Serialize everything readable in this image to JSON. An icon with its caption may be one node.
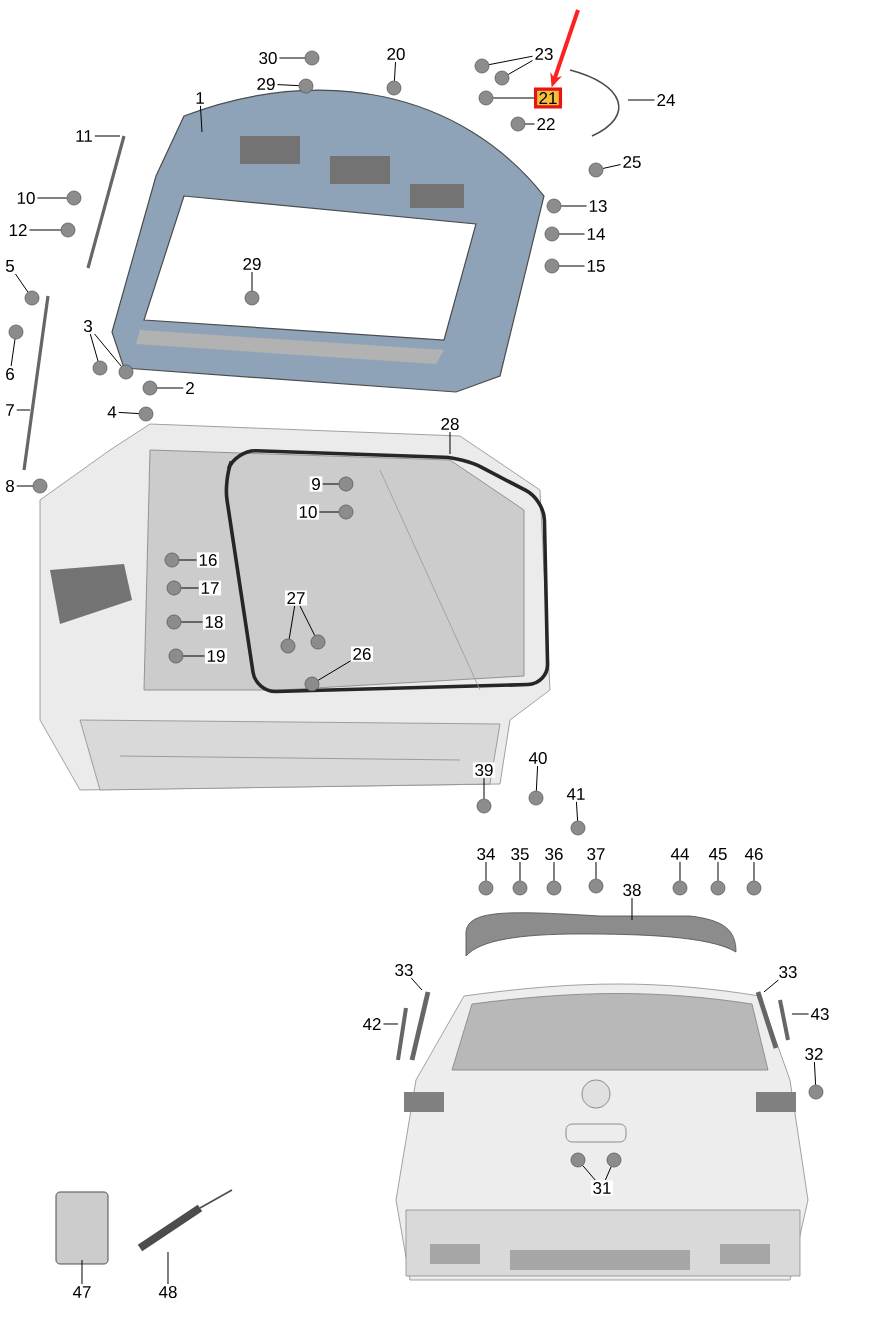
{
  "diagram": {
    "nodes": [
      {
        "text": [
          "30"
        ]
      },
      {
        "text": [
          "20"
        ]
      },
      {
        "text": [
          "23"
        ]
      },
      {
        "text": [
          "29"
        ]
      },
      {
        "text": [
          "21"
        ]
      },
      {
        "text": [
          "24"
        ]
      },
      {
        "text": [
          "1"
        ]
      },
      {
        "text": [
          "22"
        ]
      },
      {
        "text": [
          "11"
        ]
      },
      {
        "text": [
          "25"
        ]
      },
      {
        "text": [
          "10"
        ]
      },
      {
        "text": [
          "13"
        ]
      },
      {
        "text": [
          "12"
        ]
      },
      {
        "text": [
          "14"
        ]
      },
      {
        "text": [
          "29"
        ]
      },
      {
        "text": [
          "5"
        ]
      },
      {
        "text": [
          "15"
        ]
      },
      {
        "text": [
          "3"
        ]
      },
      {
        "text": [
          "6"
        ]
      },
      {
        "text": [
          "2"
        ]
      },
      {
        "text": [
          "4"
        ]
      },
      {
        "text": [
          "7"
        ]
      },
      {
        "text": [
          "28"
        ]
      },
      {
        "text": [
          "9"
        ]
      },
      {
        "text": [
          "8"
        ]
      },
      {
        "text": [
          "10"
        ]
      },
      {
        "text": [
          "16"
        ]
      },
      {
        "text": [
          "17"
        ]
      },
      {
        "text": [
          "27"
        ]
      },
      {
        "text": [
          "18"
        ]
      },
      {
        "text": [
          "26"
        ]
      },
      {
        "text": [
          "19"
        ]
      },
      {
        "text": [
          "40"
        ]
      },
      {
        "text": [
          "39"
        ]
      },
      {
        "text": [
          "41"
        ]
      },
      {
        "text": [
          "34"
        ]
      },
      {
        "text": [
          "35"
        ]
      },
      {
        "text": [
          "36"
        ]
      },
      {
        "text": [
          "37"
        ]
      },
      {
        "text": [
          "44"
        ]
      },
      {
        "text": [
          "45"
        ]
      },
      {
        "text": [
          "46"
        ]
      },
      {
        "text": [
          "38"
        ]
      },
      {
        "text": [
          "33"
        ]
      },
      {
        "text": [
          "33"
        ]
      },
      {
        "text": [
          "43"
        ]
      },
      {
        "text": [
          "42"
        ]
      },
      {
        "text": [
          "32"
        ]
      },
      {
        "text": [
          "31"
        ]
      },
      {
        "text": [
          "47"
        ]
      },
      {
        "text": [
          "48"
        ]
      },
      {
        "text": [],
        "shape": "circle"
      },
      {
        "text": [],
        "shape": "circle"
      },
      {
        "text": [],
        "shape": "circle"
      },
      {
        "text": [],
        "shape": "circle"
      },
      {
        "text": [],
        "shape": "circle"
      },
      {
        "text": [],
        "shape": "circle"
      },
      {
        "text": [],
        "shape": "circle"
      },
      {
        "text": [],
        "shape": "circle"
      },
      {
        "text": [],
        "shape": "circle"
      },
      {
        "text": [],
        "shape": "circle"
      },
      {
        "text": [],
        "shape": "circle"
      },
      {
        "text": [],
        "shape": "circle"
      },
      {
        "text": [],
        "shape": "circle"
      },
      {
        "text": [],
        "shape": "circle"
      },
      {
        "text": [],
        "shape": "circle"
      },
      {
        "text": [],
        "shape": "circle"
      },
      {
        "text": [],
        "shape": "circle"
      },
      {
        "text": [],
        "shape": "circle"
      },
      {
        "text": [],
        "shape": "circle"
      },
      {
        "text": [],
        "shape": "circle"
      },
      {
        "text": [],
        "shape": "circle"
      },
      {
        "text": [],
        "shape": "circle"
      },
      {
        "text": [],
        "shape": "circle"
      },
      {
        "text": [],
        "shape": "circle"
      },
      {
        "text": [],
        "shape": "circle"
      },
      {
        "text": [],
        "shape": "circle"
      },
      {
        "text": [],
        "shape": "circle"
      },
      {
        "text": [],
        "shape": "circle"
      },
      {
        "text": [],
        "shape": "circle"
      },
      {
        "text": [],
        "shape": "circle"
      },
      {
        "text": [],
        "shape": "circle"
      },
      {
        "text": [],
        "shape": "circle"
      },
      {
        "text": [],
        "shape": "circle"
      },
      {
        "text": [],
        "shape": "circle"
      },
      {
        "text": [],
        "shape": "circle"
      },
      {
        "text": [],
        "shape": "circle"
      },
      {
        "text": [],
        "shape": "circle"
      },
      {
        "text": [],
        "shape": "circle"
      },
      {
        "text": [],
        "shape": "circle"
      },
      {
        "text": [],
        "shape": "circle"
      },
      {
        "text": [],
        "shape": "circle"
      },
      {
        "text": [],
        "shape": "circle"
      },
      {
        "text": [],
        "shape": "circle"
      }
    ],
    "edges": [
      {
        "from": 0,
        "to": 51,
        "arrow": "none"
      },
      {
        "from": 1,
        "to": 52,
        "arrow": "none"
      },
      {
        "from": 2,
        "to": 53,
        "arrow": "none"
      },
      {
        "from": 2,
        "to": 54,
        "arrow": "none"
      },
      {
        "from": 3,
        "to": 55,
        "arrow": "none"
      },
      {
        "from": 4,
        "to": 56,
        "arrow": "none"
      },
      {
        "from": 5,
        "to": null,
        "arrow": "none"
      },
      {
        "from": 6,
        "to": null,
        "arrow": "none"
      },
      {
        "from": 7,
        "to": 57,
        "arrow": "none"
      },
      {
        "from": 8,
        "to": null,
        "arrow": "none"
      },
      {
        "from": 9,
        "to": 58,
        "arrow": "none"
      },
      {
        "from": 10,
        "to": 59,
        "arrow": "none"
      },
      {
        "from": 11,
        "to": 60,
        "arrow": "none"
      },
      {
        "from": 12,
        "to": 61,
        "arrow": "none"
      },
      {
        "from": 13,
        "to": 62,
        "arrow": "none"
      },
      {
        "from": 14,
        "to": 63,
        "arrow": "none"
      },
      {
        "from": 15,
        "to": 64,
        "arrow": "none"
      },
      {
        "from": 16,
        "to": 65,
        "arrow": "none"
      },
      {
        "from": 17,
        "to": 66,
        "arrow": "none"
      },
      {
        "from": 17,
        "to": 67,
        "arrow": "none"
      },
      {
        "from": 18,
        "to": 68,
        "arrow": "none"
      },
      {
        "from": 19,
        "to": 69,
        "arrow": "none"
      },
      {
        "from": 20,
        "to": 70,
        "arrow": "none"
      },
      {
        "from": 21,
        "to": null,
        "arrow": "none"
      },
      {
        "from": 22,
        "to": null,
        "arrow": "none"
      },
      {
        "from": 23,
        "to": 71,
        "arrow": "none"
      },
      {
        "from": 24,
        "to": 72,
        "arrow": "none"
      },
      {
        "from": 25,
        "to": 73,
        "arrow": "none"
      },
      {
        "from": 26,
        "to": 74,
        "arrow": "none"
      },
      {
        "from": 27,
        "to": 75,
        "arrow": "none"
      },
      {
        "from": 28,
        "to": 76,
        "arrow": "none"
      },
      {
        "from": 28,
        "to": 77,
        "arrow": "none"
      },
      {
        "from": 29,
        "to": 78,
        "arrow": "none"
      },
      {
        "from": 30,
        "to": 79,
        "arrow": "none"
      },
      {
        "from": 31,
        "to": 80,
        "arrow": "none"
      },
      {
        "from": 32,
        "to": 81,
        "arrow": "none"
      },
      {
        "from": 33,
        "to": 82,
        "arrow": "none"
      },
      {
        "from": 34,
        "to": 83,
        "arrow": "none"
      },
      {
        "from": 35,
        "to": 84,
        "arrow": "none"
      },
      {
        "from": 36,
        "to": 85,
        "arrow": "none"
      },
      {
        "from": 37,
        "to": 86,
        "arrow": "none"
      },
      {
        "from": 38,
        "to": 87,
        "arrow": "none"
      },
      {
        "from": 39,
        "to": 88,
        "arrow": "none"
      },
      {
        "from": 40,
        "to": 89,
        "arrow": "none"
      },
      {
        "from": 41,
        "to": 90,
        "arrow": "none"
      },
      {
        "from": 42,
        "to": null,
        "arrow": "none"
      },
      {
        "from": 43,
        "to": null,
        "arrow": "none"
      },
      {
        "from": 44,
        "to": null,
        "arrow": "none"
      },
      {
        "from": 45,
        "to": null,
        "arrow": "none"
      },
      {
        "from": 46,
        "to": null,
        "arrow": "none"
      },
      {
        "from": 47,
        "to": 91,
        "arrow": "none"
      },
      {
        "from": 48,
        "to": 92,
        "arrow": "none"
      },
      {
        "from": 48,
        "to": 93,
        "arrow": "none"
      },
      {
        "from": 49,
        "to": null,
        "arrow": "none"
      },
      {
        "from": 50,
        "to": null,
        "arrow": "none"
      },
      {
        "from": null,
        "to": 4,
        "arrow": "to",
        "style": "thick",
        "color": "#ff2020"
      }
    ]
  }
}
